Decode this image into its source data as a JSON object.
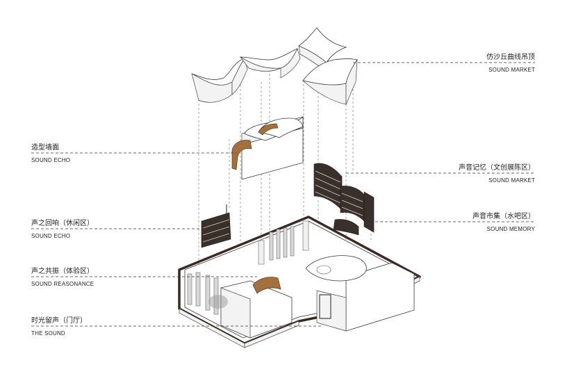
{
  "labels": {
    "ceiling": {
      "cn": "仿沙丘曲线吊顶",
      "en": "SOUND MARKET"
    },
    "feature_wall": {
      "cn": "造型墙面",
      "en": "SOUND ECHO"
    },
    "memory": {
      "cn": "声音记忆（文创展陈区）",
      "en": "SOUND MARKET"
    },
    "market": {
      "cn": "声音市集（水吧区）",
      "en": "SOUND MEMORY"
    },
    "echo": {
      "cn": "声之回响（休闲区）",
      "en": "SOUND ECHO"
    },
    "resonance": {
      "cn": "声之共振（体验区）",
      "en": "SOUND REASONANCE"
    },
    "the_sound": {
      "cn": "时光留声（门厅）",
      "en": "THE SOUND"
    }
  },
  "colors": {
    "wall_outline": "#3a2a22",
    "wood_accent": "#a3703e",
    "dark_shelving": "#3a302b",
    "leader_line": "#333333"
  }
}
